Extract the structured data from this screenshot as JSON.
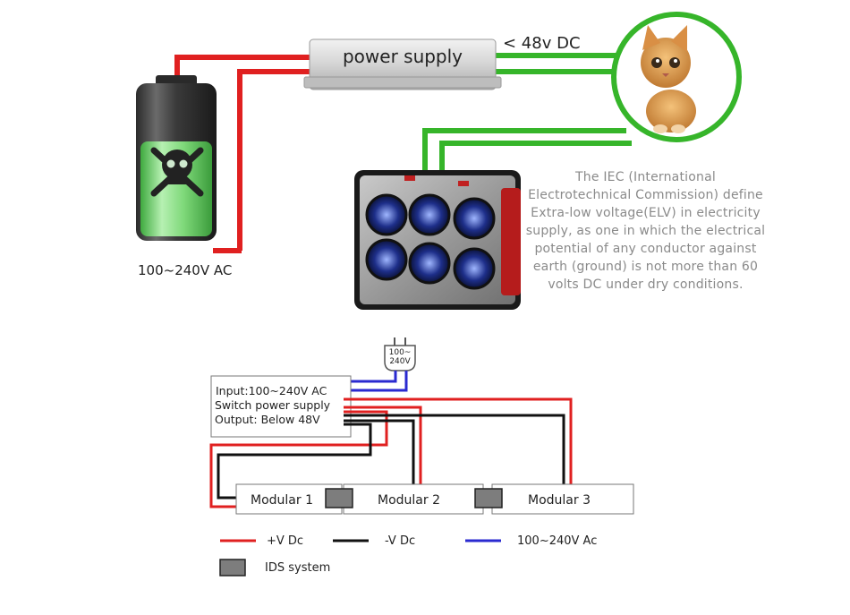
{
  "top": {
    "power_supply_label": "power supply",
    "dc_label": "< 48v DC",
    "ac_label": "100~240V  AC",
    "iec_note": "The IEC (International Electrotechnical Commission) define  Extra-low voltage(ELV) in electricity supply, as one in which the  electrical potential of any conductor against earth (ground) is not more than 60 volts DC under dry conditions."
  },
  "schematic": {
    "plug_label_line1": "100~",
    "plug_label_line2": "240V",
    "supply_box": {
      "input": "Input:100~240V AC",
      "switch": "Switch power supply",
      "output": "Output: Below 48V"
    },
    "modules": [
      "Modular 1",
      "Modular 2",
      "Modular 3"
    ]
  },
  "legend": {
    "items": [
      {
        "label": "+V Dc",
        "color": "#e02020"
      },
      {
        "label": "-V Dc",
        "color": "#111111"
      },
      {
        "label": "100~240V  Ac",
        "color": "#2a2ad0"
      }
    ],
    "ids_label": "IDS system"
  },
  "colors": {
    "red_wire": "#e02020",
    "green_wire": "#36b52a",
    "black_wire": "#111111",
    "blue_wire": "#2a2ad0",
    "ids_box": "#7d7d7d"
  }
}
